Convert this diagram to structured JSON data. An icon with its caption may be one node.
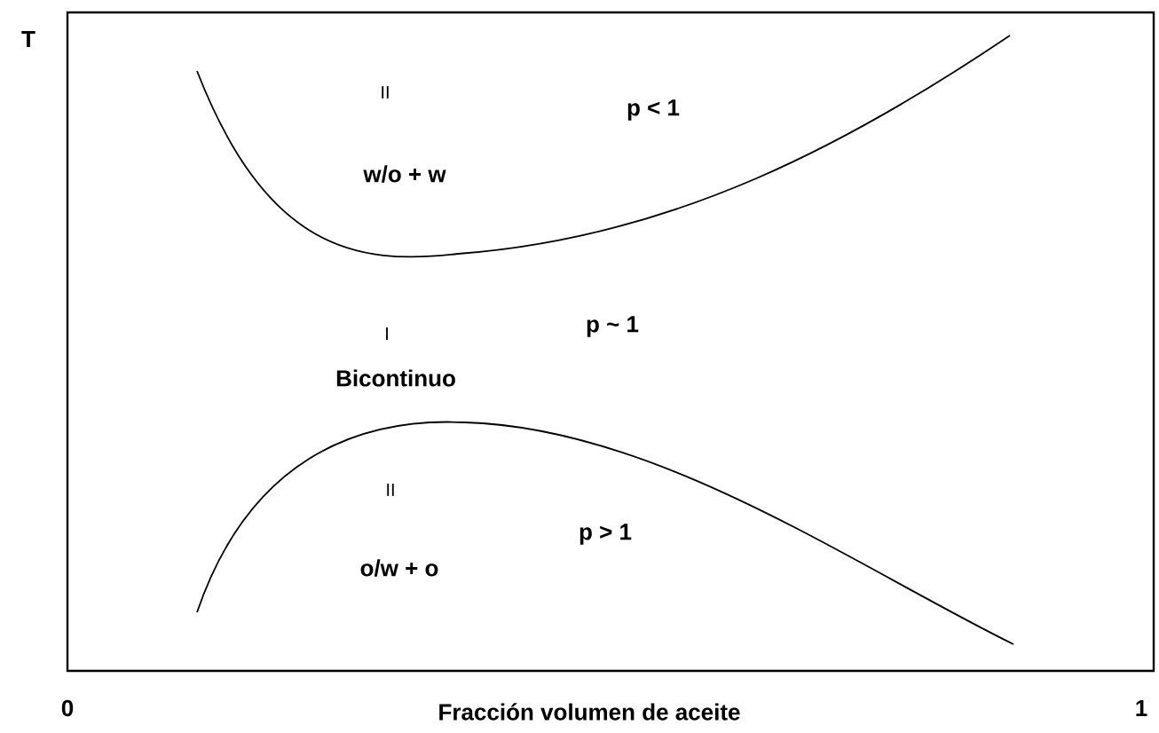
{
  "diagram": {
    "labels": [
      "T",
      "II",
      "w/o + w",
      "p < 1",
      "I",
      "Bicontinuo",
      "p ~ 1",
      "II",
      "o/w + o",
      "p > 1",
      "0",
      "Fracción volumen de aceite",
      "1"
    ]
  }
}
